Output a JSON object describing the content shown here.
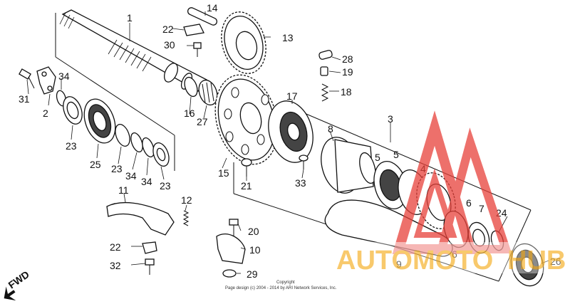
{
  "callouts": {
    "c1": "1",
    "c2": "2",
    "c3": "3",
    "c4": "4",
    "c5a": "5",
    "c5b": "5",
    "c6a": "6",
    "c6b": "6",
    "c7": "7",
    "c8": "8",
    "c9": "9",
    "c10": "10",
    "c11": "11",
    "c12": "12",
    "c13": "13",
    "c14": "14",
    "c15": "15",
    "c16": "16",
    "c17": "17",
    "c18": "18",
    "c19": "19",
    "c20": "20",
    "c21": "21",
    "c22a": "22",
    "c22b": "22",
    "c23a": "23",
    "c23b": "23",
    "c23c": "23",
    "c24": "24",
    "c25": "25",
    "c26": "26",
    "c27": "27",
    "c28": "28",
    "c29": "29",
    "c30": "30",
    "c31": "31",
    "c32": "32",
    "c33": "33",
    "c34a": "34",
    "c34b": "34",
    "c34c": "34"
  },
  "fwd_label": "FWD",
  "copyright": {
    "line1": "Copyright",
    "line2": "Page design (c) 2004 - 2014 by ARI Network Services, Inc."
  },
  "watermark": {
    "brand_left": "AUTOMOTO",
    "brand_right": "HUB",
    "color_primary": "#e8413a",
    "color_accent": "#f6b73c"
  }
}
